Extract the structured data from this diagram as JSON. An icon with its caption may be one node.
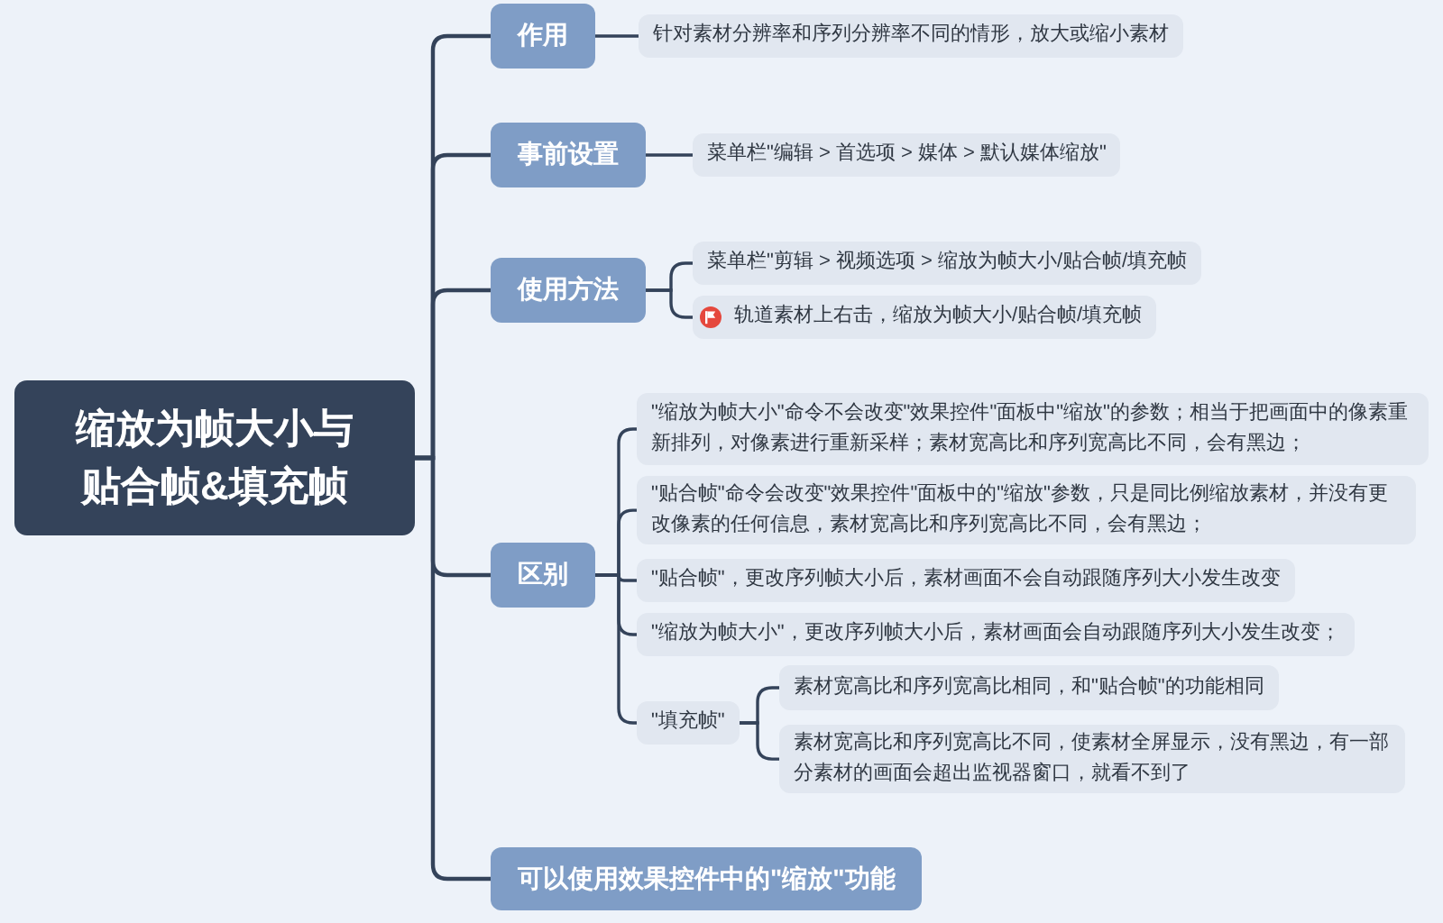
{
  "diagram": {
    "nodes": [
      {
        "text": [
          "缩放为帧大小与贴合帧&填充帧"
        ]
      },
      {
        "text": [
          "作用"
        ]
      },
      {
        "text": [
          "针对素材分辨率和序列分辨率不同的情形，放大或缩小素材"
        ]
      },
      {
        "text": [
          "事前设置"
        ]
      },
      {
        "text": [
          "菜单栏\"编辑 > 首选项 > 媒体 > 默认媒体缩放\""
        ]
      },
      {
        "text": [
          "使用方法"
        ]
      },
      {
        "text": [
          "菜单栏\"剪辑 > 视频选项 > 缩放为帧大小/贴合帧/填充帧"
        ]
      },
      {
        "text": [
          "轨道素材上右击，缩放为帧大小/贴合帧/填充帧"
        ]
      },
      {
        "text": [
          "区别"
        ]
      },
      {
        "text": [
          "\"缩放为帧大小\"命令不会改变\"效果控件\"面板中\"缩放\"的参数；相当于把画面中的像素重新排列，对像素进行重新采样；素材宽高比和序列宽高比不同，会有黑边；"
        ]
      },
      {
        "text": [
          "\"贴合帧\"命令会改变\"效果控件\"面板中的\"缩放\"参数，只是同比例缩放素材，并没有更改像素的任何信息，素材宽高比和序列宽高比不同，会有黑边；"
        ]
      },
      {
        "text": [
          "\"贴合帧\"，更改序列帧大小后，素材画面不会自动跟随序列大小发生改变"
        ]
      },
      {
        "text": [
          "\"缩放为帧大小\"，更改序列帧大小后，素材画面会自动跟随序列大小发生改变；"
        ]
      },
      {
        "text": [
          "\"填充帧\""
        ]
      },
      {
        "text": [
          "素材宽高比和序列宽高比相同，和\"贴合帧\"的功能相同"
        ]
      },
      {
        "text": [
          "素材宽高比和序列宽高比不同，使素材全屏显示，没有黑边，有一部分素材的画面会超出监视器窗口，就看不到了"
        ]
      },
      {
        "text": [
          "可以使用效果控件中的\"缩放\"功能"
        ]
      }
    ],
    "edges": [
      {
        "from": 0,
        "to": 1,
        "arrow": "none"
      },
      {
        "from": 1,
        "to": 2,
        "arrow": "none"
      },
      {
        "from": 0,
        "to": 3,
        "arrow": "none"
      },
      {
        "from": 3,
        "to": 4,
        "arrow": "none"
      },
      {
        "from": 0,
        "to": 5,
        "arrow": "none"
      },
      {
        "from": 5,
        "to": 6,
        "arrow": "none"
      },
      {
        "from": 5,
        "to": 7,
        "arrow": "none"
      },
      {
        "from": 0,
        "to": 8,
        "arrow": "none"
      },
      {
        "from": 8,
        "to": 9,
        "arrow": "none"
      },
      {
        "from": 8,
        "to": 10,
        "arrow": "none"
      },
      {
        "from": 8,
        "to": 11,
        "arrow": "none"
      },
      {
        "from": 8,
        "to": 12,
        "arrow": "none"
      },
      {
        "from": 8,
        "to": 13,
        "arrow": "none"
      },
      {
        "from": 13,
        "to": 14,
        "arrow": "none"
      },
      {
        "from": 13,
        "to": 15,
        "arrow": "none"
      },
      {
        "from": 0,
        "to": 16,
        "arrow": "none"
      }
    ]
  }
}
